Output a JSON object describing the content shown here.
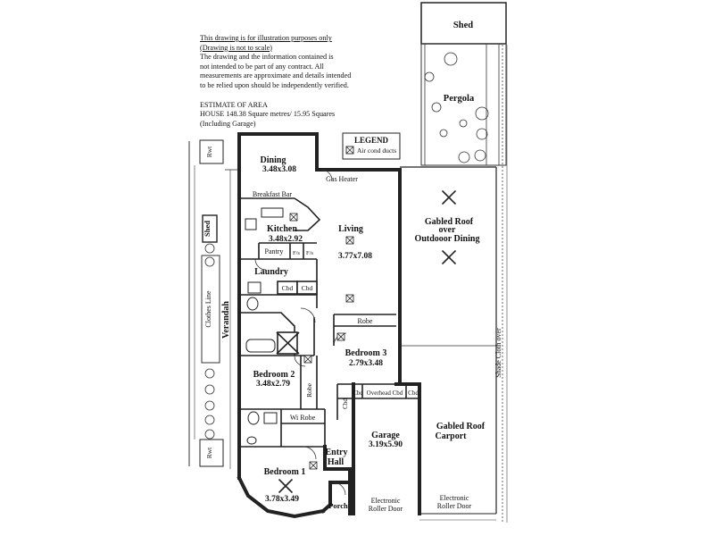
{
  "disclaimer": {
    "line1": "This drawing is for illustration purposes only",
    "line2": "(Drawing is not to scale)",
    "line3": "The drawing and the information contained is",
    "line4": "not intended to be part of any contract.  All",
    "line5": "measurements are approximate and details intended",
    "line6": "to be relied upon should be independently verified."
  },
  "area": {
    "heading": "ESTIMATE OF AREA",
    "house": "HOUSE  148.38 Square metres/ 15.95 Squares",
    "note": "(Including Garage)"
  },
  "legend": {
    "title": "LEGEND",
    "item": "Air cond ducts"
  },
  "labels": {
    "shed_top": "Shed",
    "pergola": "Pergola",
    "dining": "Dining",
    "dining_size": "3.48x3.08",
    "gas_heater": "Gas Heater",
    "breakfast_bar": "Breakfast Bar",
    "kitchen": "Kitchen",
    "kitchen_size": "3.48x2.92",
    "pantry": "Pantry",
    "fs_a": "F/s",
    "fs_b": "F/s",
    "living": "Living",
    "living_size": "3.77x7.08",
    "laundry": "Laundry",
    "cbd1": "Cbd",
    "cbd2": "Cbd",
    "robe3": "Robe",
    "bedroom3": "Bedroom 3",
    "bedroom3_size": "2.79x3.48",
    "bedroom2": "Bedroom 2",
    "bedroom2_size": "3.48x2.79",
    "robe2": "Robe",
    "wi_robe": "Wi Robe",
    "cbd_garage": "Cbd",
    "cbd_small": "Cbd",
    "overhead_cbd": "Overhead Cbd",
    "cbd_right": "Cbd",
    "garage": "Garage",
    "garage_size": "3.19x5.90",
    "entry": "Entry",
    "hall": "Hall",
    "bedroom1": "Bedroom 1",
    "bedroom1_size": "3.78x3.49",
    "porch": "Porch",
    "electronic_a": "Electronic",
    "roller_a": "Roller Door",
    "electronic_b": "Electronic",
    "roller_b": "Roller Door",
    "gabled_outdoor_1": "Gabled Roof",
    "gabled_outdoor_2": "over",
    "gabled_outdoor_3": "Outdooor Dining",
    "gabled_carport_1": "Gabled Roof",
    "gabled_carport_2": "Carport",
    "shade_cloth": "Shade Cloth over",
    "verandah": "Verandah",
    "clothes_line": "Clothes Line",
    "shed_side": "Shed",
    "rwt_top": "Rwt",
    "rwt_bottom": "Rwt"
  }
}
